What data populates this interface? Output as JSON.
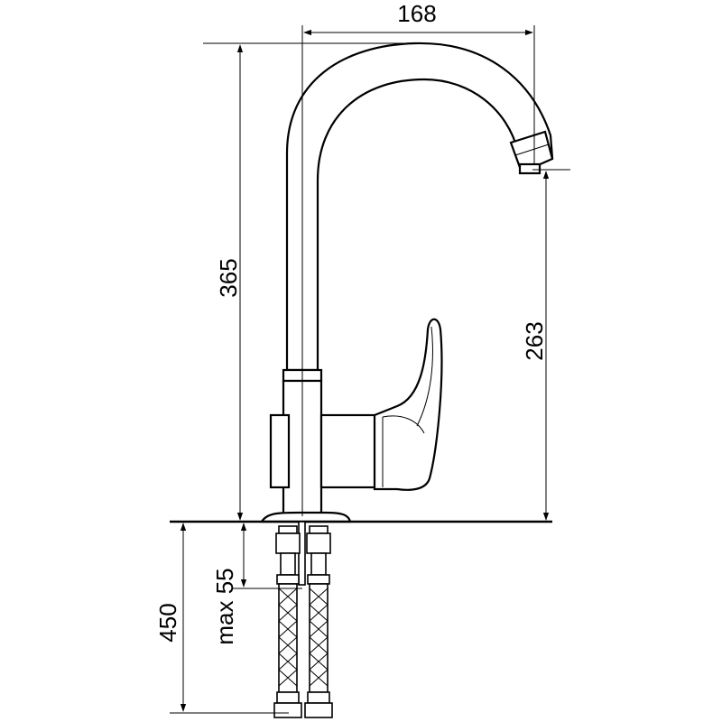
{
  "dimensions": {
    "spout_reach": "168",
    "total_height": "365",
    "spout_height": "263",
    "hose_length": "450",
    "max_counter": "max 55"
  },
  "colors": {
    "line": "#000000",
    "background": "#ffffff"
  }
}
